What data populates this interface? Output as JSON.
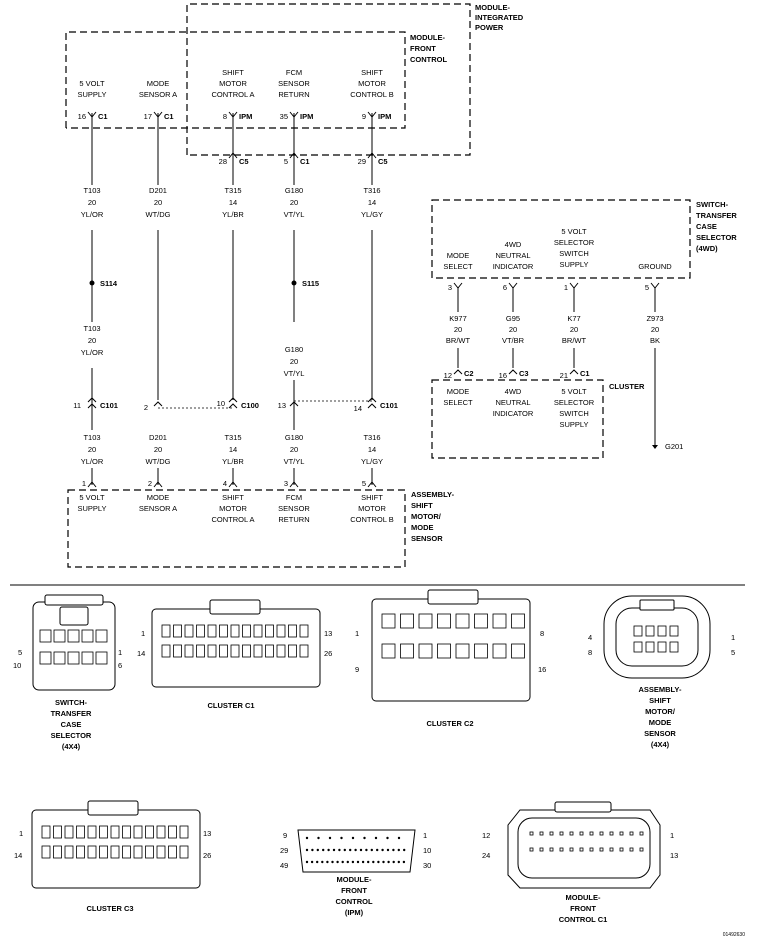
{
  "labels": {
    "module_integrated_power": [
      "MODULE-",
      "INTEGRATED",
      "POWER"
    ],
    "module_front_control": [
      "MODULE-",
      "FRONT",
      "CONTROL"
    ],
    "switch_transfer": [
      "SWITCH-",
      "TRANSFER",
      "CASE",
      "SELECTOR",
      "(4WD)"
    ],
    "cluster": "CLUSTER",
    "assembly_shift": [
      "ASSEMBLY-",
      "SHIFT",
      "MOTOR/",
      "MODE",
      "SENSOR"
    ],
    "g201": "G201",
    "s114": "S114",
    "s115": "S115",
    "footer_code": "01492630"
  },
  "fcm_pins": [
    {
      "name": [
        "5 VOLT",
        "SUPPLY"
      ],
      "pin": "16",
      "conn": "C1"
    },
    {
      "name": [
        "MODE",
        "SENSOR A"
      ],
      "pin": "17",
      "conn": "C1"
    },
    {
      "name": [
        "SHIFT",
        "MOTOR",
        "CONTROL A"
      ],
      "pin": "8",
      "conn": "IPM"
    },
    {
      "name": [
        "FCM",
        "SENSOR",
        "RETURN"
      ],
      "pin": "35",
      "conn": "IPM"
    },
    {
      "name": [
        "SHIFT",
        "MOTOR",
        "CONTROL B"
      ],
      "pin": "9",
      "conn": "IPM"
    }
  ],
  "fcm_c_pins": [
    {
      "pin": "28",
      "conn": "C5"
    },
    {
      "pin": "5",
      "conn": "C1"
    },
    {
      "pin": "29",
      "conn": "C5"
    }
  ],
  "wires_top": [
    {
      "code": "T103",
      "gauge": "20",
      "color": "YL/OR"
    },
    {
      "code": "D201",
      "gauge": "20",
      "color": "WT/DG"
    },
    {
      "code": "T315",
      "gauge": "14",
      "color": "YL/BR"
    },
    {
      "code": "G180",
      "gauge": "20",
      "color": "VT/YL"
    },
    {
      "code": "T316",
      "gauge": "14",
      "color": "YL/GY"
    }
  ],
  "wires_mid": [
    {
      "code": "T103",
      "gauge": "20",
      "color": "YL/OR"
    },
    {
      "code": "G180",
      "gauge": "20",
      "color": "VT/YL"
    }
  ],
  "inline": [
    {
      "pin": "11",
      "conn": "C101"
    },
    {
      "pin": "2",
      "conn": ""
    },
    {
      "pin": "10",
      "conn": "C100"
    },
    {
      "pin": "13",
      "conn": ""
    },
    {
      "pin": "14",
      "conn": "C101"
    }
  ],
  "wires_bottom": [
    {
      "code": "T103",
      "gauge": "20",
      "color": "YL/OR"
    },
    {
      "code": "D201",
      "gauge": "20",
      "color": "WT/DG"
    },
    {
      "code": "T315",
      "gauge": "14",
      "color": "YL/BR"
    },
    {
      "code": "G180",
      "gauge": "20",
      "color": "VT/YL"
    },
    {
      "code": "T316",
      "gauge": "14",
      "color": "YL/GY"
    }
  ],
  "sensor_pins": [
    {
      "pin": "1",
      "name": [
        "5 VOLT",
        "SUPPLY"
      ]
    },
    {
      "pin": "2",
      "name": [
        "MODE",
        "SENSOR A"
      ]
    },
    {
      "pin": "4",
      "name": [
        "SHIFT",
        "MOTOR",
        "CONTROL A"
      ]
    },
    {
      "pin": "3",
      "name": [
        "FCM",
        "SENSOR",
        "RETURN"
      ]
    },
    {
      "pin": "5",
      "name": [
        "SHIFT",
        "MOTOR",
        "CONTROL B"
      ]
    }
  ],
  "switch_pins": [
    {
      "name": [
        "MODE",
        "SELECT"
      ],
      "pin": "3"
    },
    {
      "name": [
        "4WD",
        "NEUTRAL",
        "INDICATOR"
      ],
      "pin": "6"
    },
    {
      "name": [
        "5 VOLT",
        "SELECTOR",
        "SWITCH",
        "SUPPLY"
      ],
      "pin": "1"
    },
    {
      "name": [
        "GROUND"
      ],
      "pin": "5"
    }
  ],
  "switch_wires": [
    {
      "code": "K977",
      "gauge": "20",
      "color": "BR/WT"
    },
    {
      "code": "G95",
      "gauge": "20",
      "color": "VT/BR"
    },
    {
      "code": "K77",
      "gauge": "20",
      "color": "BR/WT"
    },
    {
      "code": "Z973",
      "gauge": "20",
      "color": "BK"
    }
  ],
  "cluster_pins": [
    {
      "pin": "12",
      "conn": "C2",
      "name": [
        "MODE",
        "SELECT"
      ]
    },
    {
      "pin": "16",
      "conn": "C3",
      "name": [
        "4WD",
        "NEUTRAL",
        "INDICATOR"
      ]
    },
    {
      "pin": "21",
      "conn": "C1",
      "name": [
        "5 VOLT",
        "SELECTOR",
        "SWITCH",
        "SUPPLY"
      ]
    }
  ],
  "connectors": {
    "switch_transfer": {
      "caption": [
        "SWITCH-",
        "TRANSFER",
        "CASE",
        "SELECTOR",
        "(4X4)"
      ],
      "pins": [
        "5",
        "10",
        "1",
        "6"
      ]
    },
    "cluster_c1": {
      "caption": "CLUSTER C1",
      "pins": [
        "1",
        "14",
        "13",
        "26"
      ]
    },
    "cluster_c2": {
      "caption": "CLUSTER C2",
      "pins": [
        "1",
        "9",
        "8",
        "16"
      ]
    },
    "assembly_shift": {
      "caption": [
        "ASSEMBLY-",
        "SHIFT",
        "MOTOR/",
        "MODE",
        "SENSOR",
        "(4X4)"
      ],
      "pins": [
        "4",
        "8",
        "1",
        "5"
      ]
    },
    "cluster_c3": {
      "caption": "CLUSTER C3",
      "pins": [
        "1",
        "14",
        "13",
        "26"
      ]
    },
    "fcm_ipm": {
      "caption": [
        "MODULE-",
        "FRONT",
        "CONTROL",
        "(IPM)"
      ],
      "pins": [
        "9",
        "29",
        "49",
        "1",
        "10",
        "30"
      ]
    },
    "fcm_c1": {
      "caption": [
        "MODULE-",
        "FRONT",
        "CONTROL C1"
      ],
      "pins": [
        "12",
        "24",
        "1",
        "13"
      ]
    }
  }
}
